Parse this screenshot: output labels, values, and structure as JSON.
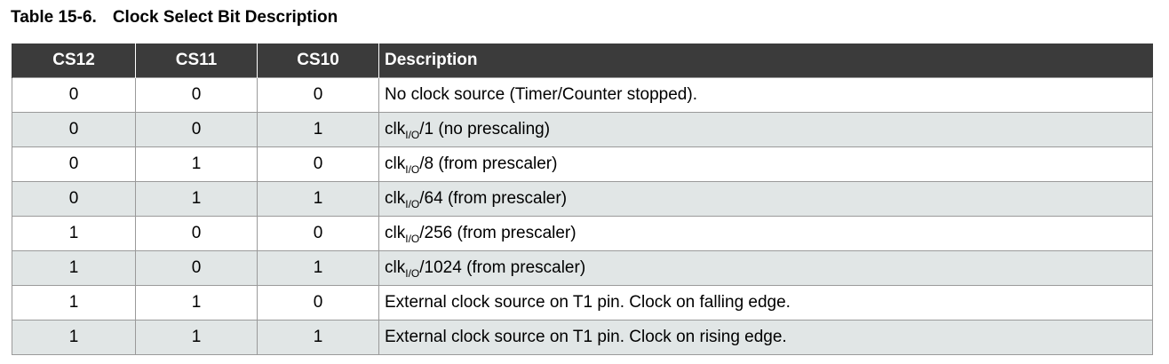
{
  "caption": {
    "number": "Table 15-6.",
    "title": "Clock Select Bit Description"
  },
  "table": {
    "headers": [
      "CS12",
      "CS11",
      "CS10",
      "Description"
    ],
    "rows": [
      {
        "cs12": "0",
        "cs11": "0",
        "cs10": "0",
        "desc_prefix": "No clock source (Timer/Counter stopped).",
        "desc_sub": "",
        "desc_suffix": ""
      },
      {
        "cs12": "0",
        "cs11": "0",
        "cs10": "1",
        "desc_prefix": "clk",
        "desc_sub": "I/O",
        "desc_suffix": "/1 (no prescaling)"
      },
      {
        "cs12": "0",
        "cs11": "1",
        "cs10": "0",
        "desc_prefix": "clk",
        "desc_sub": "I/O",
        "desc_suffix": "/8 (from prescaler)"
      },
      {
        "cs12": "0",
        "cs11": "1",
        "cs10": "1",
        "desc_prefix": "clk",
        "desc_sub": "I/O",
        "desc_suffix": "/64 (from prescaler)"
      },
      {
        "cs12": "1",
        "cs11": "0",
        "cs10": "0",
        "desc_prefix": "clk",
        "desc_sub": "I/O",
        "desc_suffix": "/256 (from prescaler)"
      },
      {
        "cs12": "1",
        "cs11": "0",
        "cs10": "1",
        "desc_prefix": "clk",
        "desc_sub": "I/O",
        "desc_suffix": "/1024 (from prescaler)"
      },
      {
        "cs12": "1",
        "cs11": "1",
        "cs10": "0",
        "desc_prefix": "External clock source on T1 pin. Clock on falling edge.",
        "desc_sub": "",
        "desc_suffix": ""
      },
      {
        "cs12": "1",
        "cs11": "1",
        "cs10": "1",
        "desc_prefix": "External clock source on T1 pin. Clock on rising edge.",
        "desc_sub": "",
        "desc_suffix": ""
      }
    ]
  },
  "colors": {
    "header_bg": "#3b3b3b",
    "header_text": "#ffffff",
    "row_alt_bg": "#e1e6e6",
    "border": "#9a9a9a"
  }
}
